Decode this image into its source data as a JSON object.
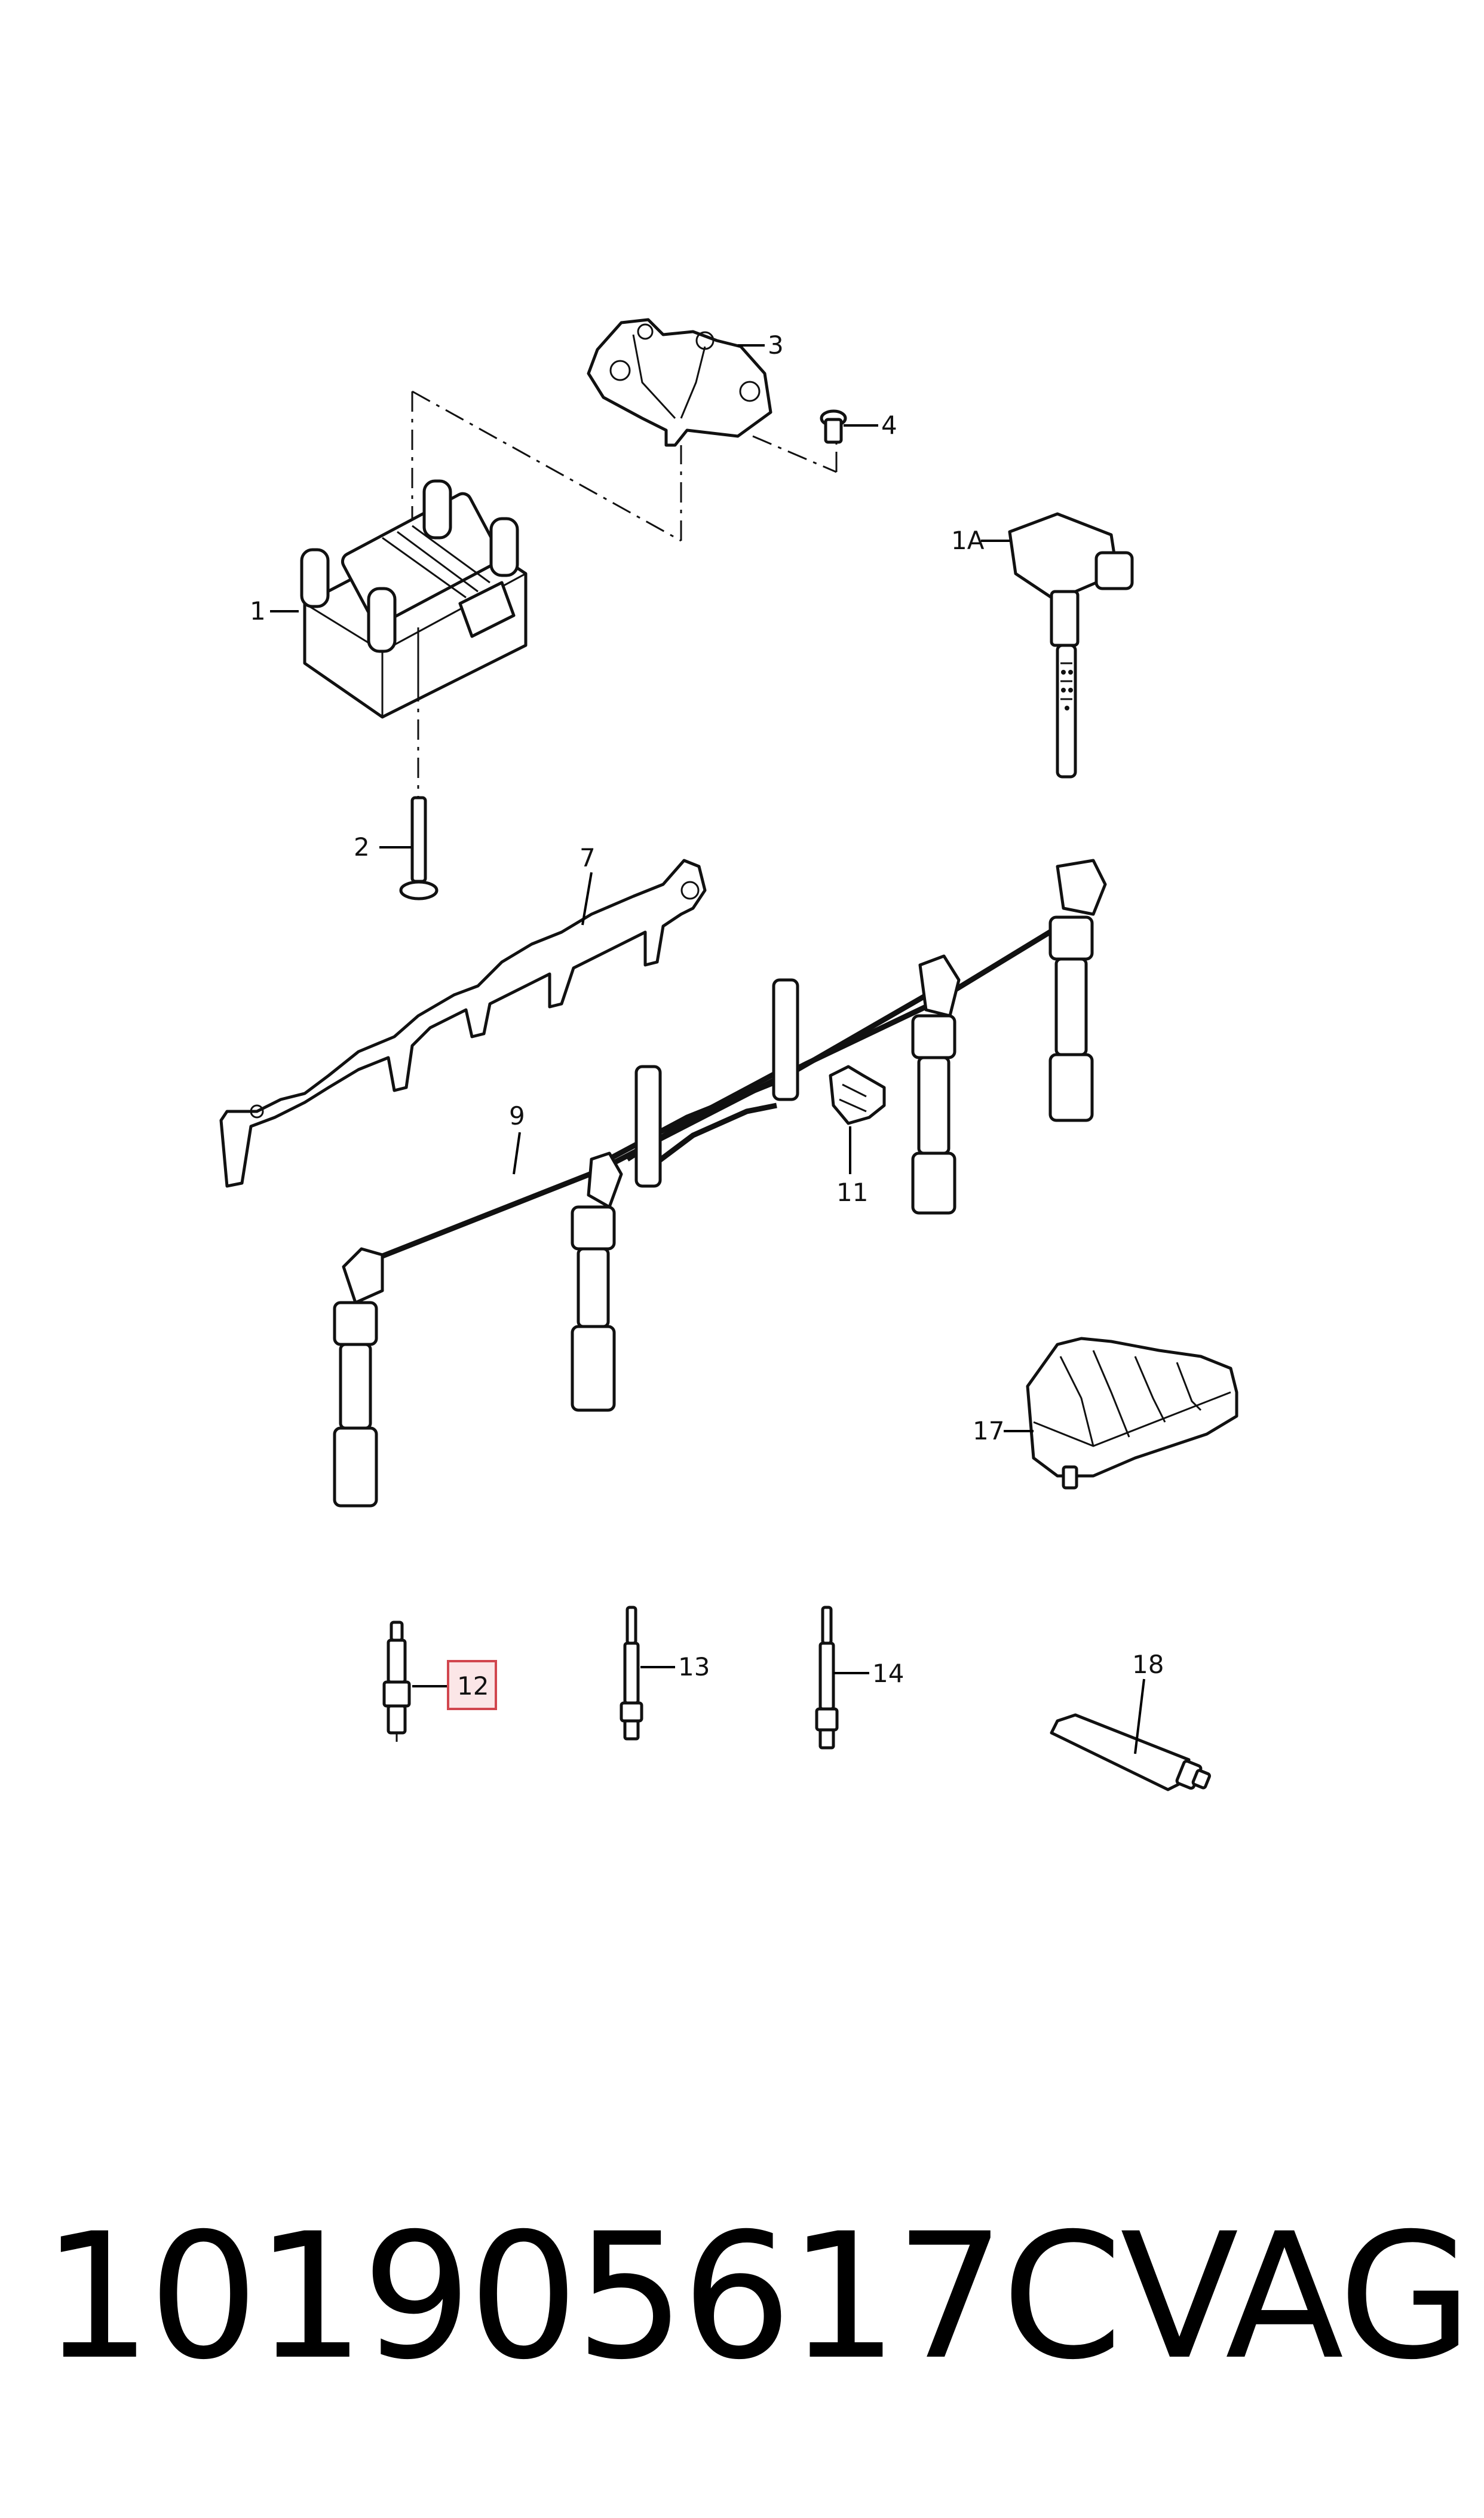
{
  "callouts": {
    "c1": "1",
    "c1A": "1A",
    "c2": "2",
    "c3": "3",
    "c4": "4",
    "c7": "7",
    "c9": "9",
    "c11": "11",
    "c12": "12",
    "c13": "13",
    "c14": "14",
    "c17": "17",
    "c18": "18"
  },
  "highlight": {
    "callout": "12",
    "border_color": "#d1464e",
    "fill_color": "#fbe6e7"
  },
  "footer": {
    "part_number": "101905617C",
    "brand": "VAG"
  }
}
